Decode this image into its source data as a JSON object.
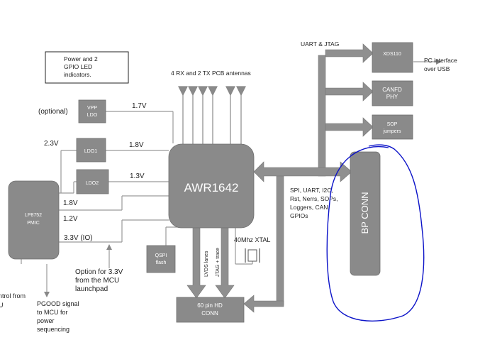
{
  "blocks": {
    "awr": "AWR1642",
    "xds_label": "XDS110",
    "canfd_line1": "CANFD",
    "canfd_line2": "PHY",
    "sop_line1": "SOP",
    "sop_line2": "jumpers",
    "vpp_line1": "VPP",
    "vpp_line2": "LDO",
    "ldo1": "LDO1",
    "ldo2": "LDO2",
    "pmic_line1": "LP8752",
    "pmic_line2": "PMIC",
    "qspi_line1": "QSPI",
    "qspi_line2": "flash",
    "hd_line1": "60 pin HD",
    "hd_line2": "CONN",
    "bp_conn": "BP CONN"
  },
  "labels": {
    "power_note_line1": "Power and 2",
    "power_note_line2": "GPIO  LED",
    "power_note_line3": "indicators.",
    "antennas": "4 RX and 2 TX PCB  antennas",
    "uart_jtag": "UART & JTAG",
    "pc_line1": "PC  interface",
    "pc_line2": "over USB",
    "optional": "(optional)",
    "v17": "1.7V",
    "v23": "2.3V",
    "v18_ldo1": "1.8V",
    "v13": "1.3V",
    "v18_pmic": "1.8V",
    "v12": "1.2V",
    "v33_io": "3.3V (IO)",
    "spi_line1": "SPI,  UART,  I2C,",
    "spi_line2": "Rst, Nerrs, SOPs,",
    "spi_line3": "Loggers, CAN,",
    "spi_line4": "GPIOs",
    "xtal": "40Mhz XTAL",
    "lvds": "LVDS lanes",
    "jtag_trace": "JTAG + trace",
    "option_line1": "Option for 3.3V",
    "option_line2": "from the MCU",
    "option_line3": "launchpad",
    "ctrl_line1": "ntrol from",
    "ctrl_line2": "U",
    "pgood_line1": "PGOOD  signal",
    "pgood_line2": "to MCU  for",
    "pgood_line3": "power",
    "pgood_line4": "sequencing"
  },
  "colors": {
    "block_fill": "#8a8a8a",
    "arrow_fill": "#8f8f8f",
    "line": "#9a9a9a",
    "highlight": "#0b12c8"
  }
}
